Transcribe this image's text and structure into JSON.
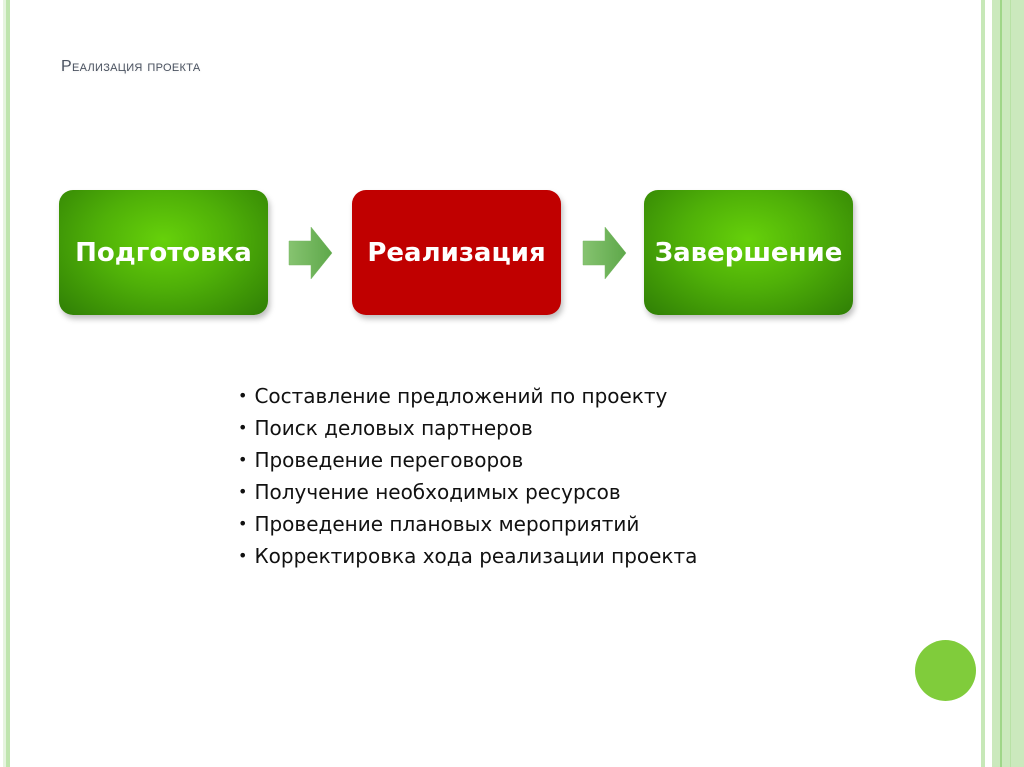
{
  "slide": {
    "title": "Реализация проекта"
  },
  "flow": {
    "steps": [
      {
        "label": "Подготовка",
        "color": "#4fb008"
      },
      {
        "label": "Реализация",
        "color": "#c00000"
      },
      {
        "label": "Завершение",
        "color": "#4fb008"
      }
    ],
    "arrow_color": "#6fb85a",
    "arrow_icon": "right-arrow-icon"
  },
  "bullets": {
    "items": [
      "Составление предложений по проекту",
      "Поиск деловых партнеров",
      "Проведение переговоров",
      "Получение необходимых ресурсов",
      "Проведение плановых мероприятий",
      "Корректировка хода реализации проекта"
    ]
  },
  "decor": {
    "accent": "#80cc3b",
    "border_color": "#bfe5ae"
  }
}
